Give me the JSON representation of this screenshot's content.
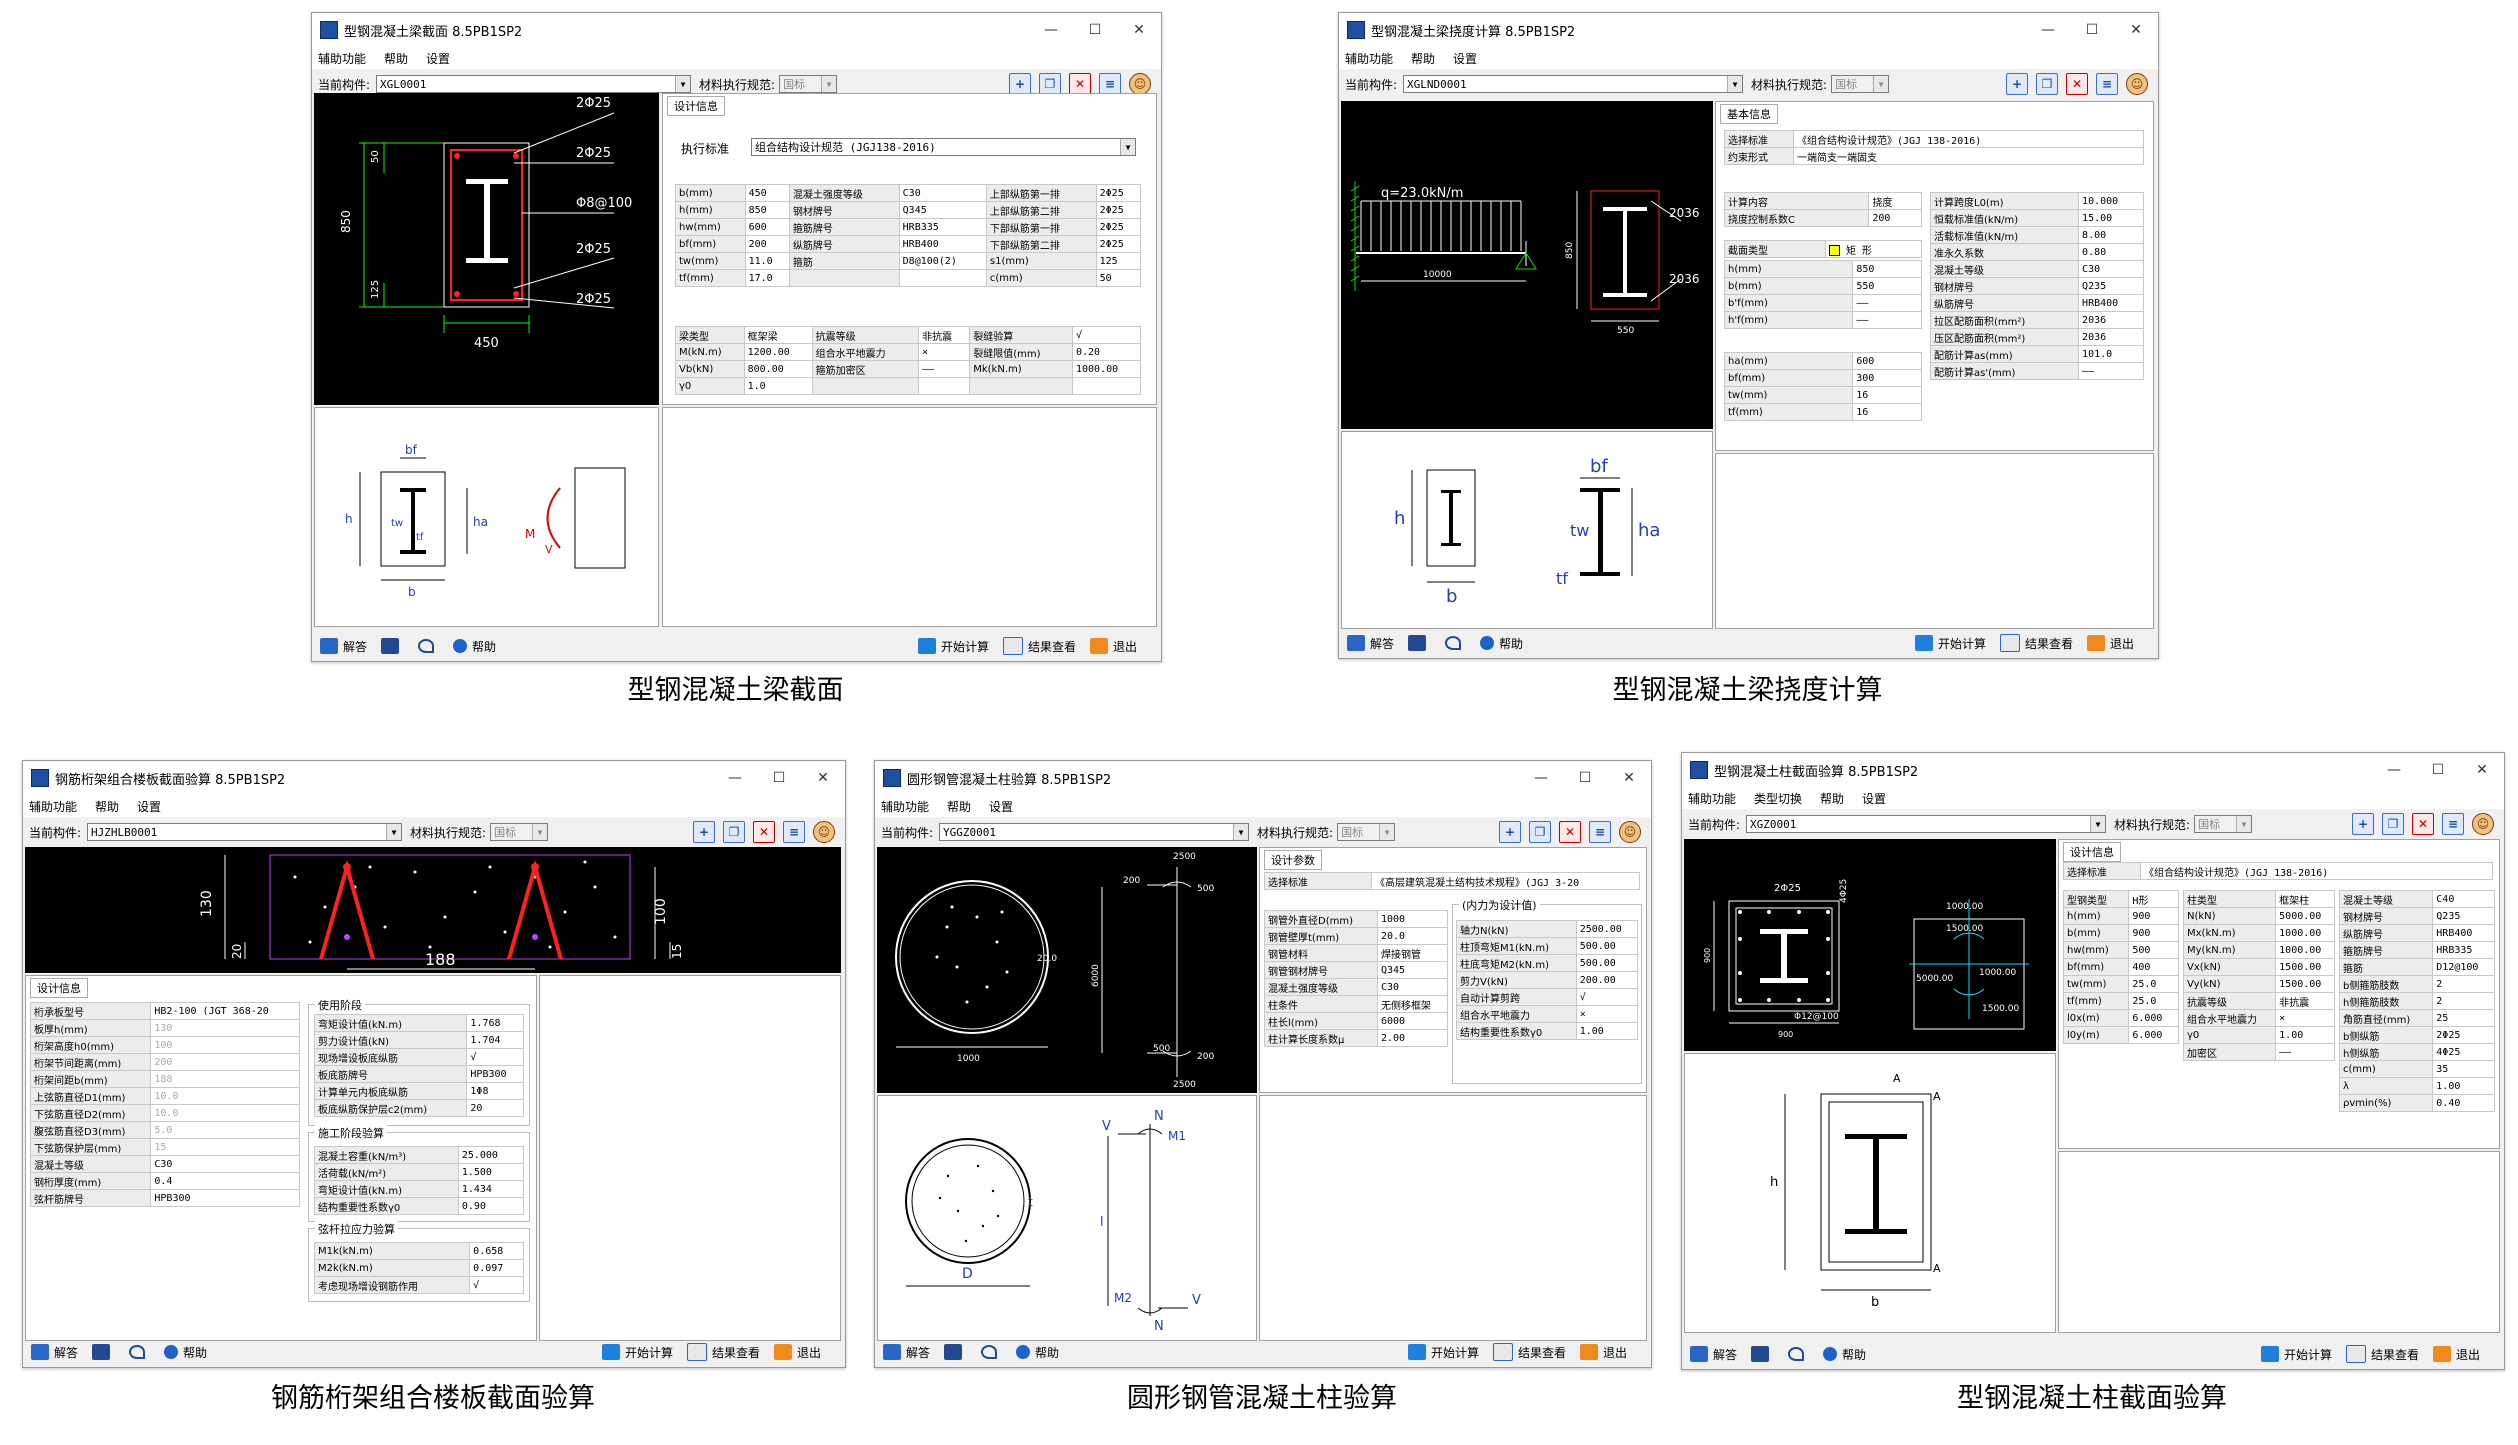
{
  "captions": [
    "型钢混凝土梁截面",
    "型钢混凝土梁挠度计算",
    "钢筋桁架组合楼板截面验算",
    "圆形钢管混凝土柱验算",
    "型钢混凝土柱截面验算"
  ],
  "common": {
    "menu_help": "帮助",
    "menu_settings": "设置",
    "menu_aux": "辅助功能",
    "menu_type": "类型切换",
    "current_label": "当前构件:",
    "material_label": "材料执行规范:",
    "material_value": "国标",
    "sb_answer": "解答",
    "sb_help": "帮助",
    "sb_calc": "开始计算",
    "sb_view": "结果查看",
    "sb_exit": "退出"
  },
  "w1": {
    "title": "型钢混凝土梁截面 8.5PB1SP2",
    "component": "XGL0001",
    "tab": "设计信息",
    "std_label": "执行标准",
    "std_value": "组合结构设计规范 (JGJ138-2016)",
    "rows": [
      [
        "b(mm)",
        "450",
        "混凝土强度等级",
        "C30",
        "上部纵筋第一排",
        "2Φ25"
      ],
      [
        "h(mm)",
        "850",
        "钢材牌号",
        "Q345",
        "上部纵筋第二排",
        "2Φ25"
      ],
      [
        "hw(mm)",
        "600",
        "箍筋牌号",
        "HRB335",
        "下部纵筋第一排",
        "2Φ25"
      ],
      [
        "bf(mm)",
        "200",
        "纵筋牌号",
        "HRB400",
        "下部纵筋第二排",
        "2Φ25"
      ],
      [
        "tw(mm)",
        "11.0",
        "箍筋",
        "D8@100(2)",
        "s1(mm)",
        "125"
      ],
      [
        "tf(mm)",
        "17.0",
        "",
        "",
        "c(mm)",
        "50"
      ]
    ],
    "rows2": [
      [
        "梁类型",
        "框架梁",
        "抗震等级",
        "非抗震",
        "裂缝验算",
        "√"
      ],
      [
        "M(kN.m)",
        "1200.00",
        "组合水平地震力",
        "×",
        "裂缝限值(mm)",
        "0.20"
      ],
      [
        "Vb(kN)",
        "800.00",
        "箍筋加密区",
        "——",
        "Mk(kN.m)",
        "1000.00"
      ],
      [
        "γ0",
        "1.0",
        "",
        "",
        "",
        ""
      ]
    ],
    "cad": {
      "top1": "2Φ25",
      "top2": "2Φ25",
      "stir": "Φ8@100",
      "bot1": "2Φ25",
      "bot2": "2Φ25",
      "h": "850",
      "b": "450",
      "d1": "50",
      "d2": "125"
    },
    "sketch": {
      "bf": "bf",
      "h": "h",
      "ha": "ha",
      "tw": "tw",
      "tf": "tf",
      "b": "b",
      "M": "M",
      "V": "V"
    }
  },
  "w2": {
    "title": "型钢混凝土梁挠度计算 8.5PB1SP2",
    "component": "XGLND0001",
    "tab": "基本信息",
    "std_label": "选择标准",
    "std_value": "《组合结构设计规范》(JGJ 138-2016)",
    "support_label": "约束形式",
    "support_value": "一端简支一端固支",
    "left_rows": [
      [
        "计算内容",
        "挠度"
      ],
      [
        "挠度控制系数C",
        "200"
      ]
    ],
    "sec_label": "截面类型",
    "sec_value": "矩 形",
    "left_rows2": [
      [
        "h(mm)",
        "850"
      ],
      [
        "b(mm)",
        "550"
      ],
      [
        "b'f(mm)",
        "——"
      ],
      [
        "h'f(mm)",
        "——"
      ]
    ],
    "left_rows3": [
      [
        "ha(mm)",
        "600"
      ],
      [
        "bf(mm)",
        "300"
      ],
      [
        "tw(mm)",
        "16"
      ],
      [
        "tf(mm)",
        "16"
      ]
    ],
    "right_rows": [
      [
        "计算跨度L0(m)",
        "10.000"
      ],
      [
        "恒载标准值(kN/m)",
        "15.00"
      ],
      [
        "活载标准值(kN/m)",
        "8.00"
      ],
      [
        "准永久系数",
        "0.80"
      ],
      [
        "混凝土等级",
        "C30"
      ],
      [
        "钢材牌号",
        "Q235"
      ],
      [
        "纵筋牌号",
        "HRB400"
      ],
      [
        "拉区配筋面积(mm²)",
        "2036"
      ],
      [
        "压区配筋面积(mm²)",
        "2036"
      ],
      [
        "配筋计算as(mm)",
        "101.0"
      ],
      [
        "配筋计算as'(mm)",
        "——"
      ]
    ],
    "cad": {
      "load": "q=23.0kN/m",
      "span": "10000",
      "h": "850",
      "b": "550",
      "top": "2036",
      "bot": "2036"
    },
    "sketch": {
      "bf": "bf",
      "h": "h",
      "b": "b",
      "tw": "tw",
      "ha": "ha",
      "tf": "tf"
    }
  },
  "w3": {
    "title": "钢筋桁架组合楼板截面验算 8.5PB1SP2",
    "component": "HJZHLB0001",
    "tab": "设计信息",
    "rows": [
      [
        "桁承板型号",
        "HB2-100 (JGT 368-20"
      ],
      [
        "板厚h(mm)",
        "130"
      ],
      [
        "桁架高度h0(mm)",
        "100"
      ],
      [
        "桁架节间距离(mm)",
        "200"
      ],
      [
        "桁架间距b(mm)",
        "188"
      ],
      [
        "上弦筋直径D1(mm)",
        "10.0"
      ],
      [
        "下弦筋直径D2(mm)",
        "10.0"
      ],
      [
        "腹弦筋直径D3(mm)",
        "5.0"
      ],
      [
        "下弦筋保护层(mm)",
        "15"
      ],
      [
        "混凝土等级",
        "C30"
      ],
      [
        "钢桁厚度(mm)",
        "0.4"
      ],
      [
        "弦杆筋牌号",
        "HPB300"
      ]
    ],
    "g1": "使用阶段",
    "use_rows": [
      [
        "弯矩设计值(kN.m)",
        "1.768"
      ],
      [
        "剪力设计值(kN)",
        "1.704"
      ],
      [
        "现场增设板底纵筋",
        "√"
      ],
      [
        "板底筋牌号",
        "HPB300"
      ],
      [
        "计算单元内板底纵筋",
        "1Φ8"
      ],
      [
        "板底纵筋保护层c2(mm)",
        "20"
      ]
    ],
    "g2": "施工阶段验算",
    "con_rows": [
      [
        "混凝土容重(kN/m³)",
        "25.000"
      ],
      [
        "活荷载(kN/m²)",
        "1.500"
      ],
      [
        "弯矩设计值(kN.m)",
        "1.434"
      ],
      [
        "结构重要性系数γ0",
        "0.90"
      ]
    ],
    "g3": "弦杆拉应力验算",
    "str_rows": [
      [
        "M1k(kN.m)",
        "0.658"
      ],
      [
        "M2k(kN.m)",
        "0.097"
      ],
      [
        "考虑现场增设钢筋作用",
        "√"
      ]
    ],
    "cad": {
      "h": "130",
      "h0": "100",
      "b": "188",
      "c": "15",
      "d": "20"
    }
  },
  "w4": {
    "title": "圆形钢管混凝土柱验算 8.5PB1SP2",
    "component": "YGGZ0001",
    "tab": "设计参数",
    "std_label": "选择标准",
    "std_value": "《高层建筑混凝土结构技术规程》(JGJ 3-20",
    "left_rows": [
      [
        "钢管外直径D(mm)",
        "1000"
      ],
      [
        "钢管壁厚t(mm)",
        "20.0"
      ],
      [
        "钢管材料",
        "焊接钢管"
      ],
      [
        "钢管钢材牌号",
        "Q345"
      ],
      [
        "混凝土强度等级",
        "C30"
      ],
      [
        "柱条件",
        "无侧移框架"
      ],
      [
        "柱长l(mm)",
        "6000"
      ],
      [
        "柱计算长度系数μ",
        "2.00"
      ]
    ],
    "g1": "(内力为设计值)",
    "right_rows": [
      [
        "轴力N(kN)",
        "2500.00"
      ],
      [
        "柱顶弯矩M1(kN.m)",
        "500.00"
      ],
      [
        "柱底弯矩M2(kN.m)",
        "500.00"
      ],
      [
        "剪力V(kN)",
        "200.00"
      ],
      [
        "自动计算剪跨",
        "√"
      ],
      [
        "组合水平地震力",
        "×"
      ],
      [
        "结构重要性系数γ0",
        "1.00"
      ]
    ],
    "cad": {
      "d": "1000",
      "t": "20.0",
      "n1": "2500",
      "v1": "200",
      "m1": "500",
      "m2": "500",
      "v2": "200",
      "n2": "2500",
      "l": "6000"
    },
    "sketch": {
      "N": "N",
      "V": "V",
      "M1": "M1",
      "M2": "M2",
      "D": "D",
      "t": "t",
      "l": "l"
    }
  },
  "w5": {
    "title": "型钢混凝土柱截面验算 8.5PB1SP2",
    "component": "XGZ0001",
    "tab": "设计信息",
    "std_label": "选择标准",
    "std_value": "《组合结构设计规范》(JGJ 138-2016)",
    "c1": [
      [
        "型钢类型",
        "H形"
      ],
      [
        "h(mm)",
        "900"
      ],
      [
        "b(mm)",
        "900"
      ],
      [
        "hw(mm)",
        "500"
      ],
      [
        "bf(mm)",
        "400"
      ],
      [
        "tw(mm)",
        "25.0"
      ],
      [
        "tf(mm)",
        "25.0"
      ],
      [
        "l0x(m)",
        "6.000"
      ],
      [
        "l0y(m)",
        "6.000"
      ]
    ],
    "c2": [
      [
        "柱类型",
        "框架柱"
      ],
      [
        "N(kN)",
        "5000.00"
      ],
      [
        "Mx(kN.m)",
        "1000.00"
      ],
      [
        "My(kN.m)",
        "1000.00"
      ],
      [
        "Vx(kN)",
        "1500.00"
      ],
      [
        "Vy(kN)",
        "1500.00"
      ],
      [
        "抗震等级",
        "非抗震"
      ],
      [
        "组合水平地震力",
        "×"
      ],
      [
        "γ0",
        "1.00"
      ],
      [
        "加密区",
        "——"
      ]
    ],
    "c3": [
      [
        "混凝土等级",
        "C40"
      ],
      [
        "钢材牌号",
        "Q235"
      ],
      [
        "纵筋牌号",
        "HRB400"
      ],
      [
        "箍筋牌号",
        "HRB335"
      ],
      [
        "箍筋",
        "D12@100"
      ],
      [
        "b侧箍筋肢数",
        "2"
      ],
      [
        "h侧箍筋肢数",
        "2"
      ],
      [
        "角筋直径(mm)",
        "25"
      ],
      [
        "b侧纵筋",
        "2Φ25"
      ],
      [
        "h侧纵筋",
        "4Φ25"
      ],
      [
        "c(mm)",
        "35"
      ],
      [
        "λ",
        "1.00"
      ],
      [
        "ρvmin(%)",
        "0.40"
      ]
    ],
    "cad": {
      "top": "2Φ25",
      "side": "4Φ25",
      "stir": "Φ12@100",
      "b": "900",
      "h": "900",
      "n": "5000.00",
      "mx": "1000.00",
      "my": "1000.00",
      "vx": "1500.00",
      "vy": "1500.00"
    },
    "sketch": {
      "b": "b",
      "h": "h",
      "A1": "A",
      "A2": "A",
      "A3": "A"
    }
  }
}
